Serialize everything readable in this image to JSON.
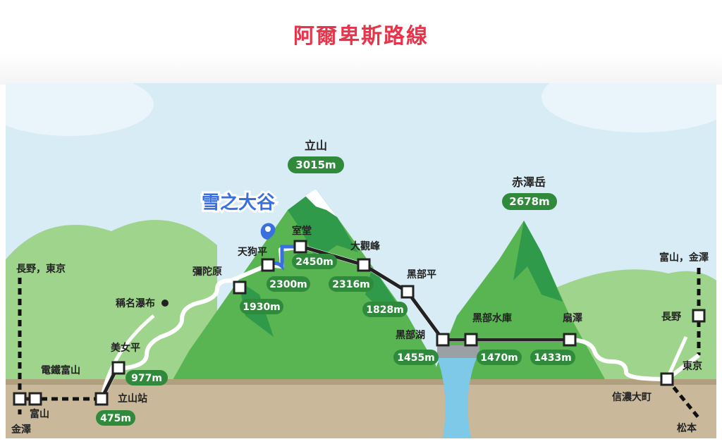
{
  "title": "阿爾卑斯路線",
  "colors": {
    "title": "#e8334a",
    "sky": "#d7ecf5",
    "mountain_dark": "#2f9a4a",
    "mountain_mid": "#58b552",
    "mountain_light": "#9fd48d",
    "ground": "#c9b99a",
    "elev_badge": "#2f8a3c",
    "highlight": "#3a6fe0",
    "water": "#7ec8e8"
  },
  "highlight": {
    "label": "雪之大谷",
    "icon": "map-pin-icon"
  },
  "peaks": {
    "tateyama": {
      "name": "立山",
      "elev": "3015m"
    },
    "akazawadake": {
      "name": "赤澤岳",
      "elev": "2678m"
    }
  },
  "stations": {
    "toyama": "富山",
    "dentetsu_toyama": "電鐵富山",
    "tateyama_station": "立山站",
    "bijodaira": "美女平",
    "tengudaira": "天狗平",
    "midagahara": "彌陀原",
    "murodo": "室堂",
    "daikanbo": "大觀峰",
    "kurobedaira": "黑部平",
    "kurobeko": "黑部湖",
    "kurobe_dam": "黑部水庫",
    "ogisawa": "扇澤",
    "shinano_omachi": "信濃大町",
    "nagano": "長野",
    "tokyo": "東京",
    "matsumoto": "松本",
    "kanazawa": "金澤"
  },
  "waterfall": "稱名瀑布",
  "directions": {
    "left_top": "長野，東京",
    "right_top": "富山，金澤"
  },
  "elevations": {
    "tateyama_station": "475m",
    "bijodaira": "977m",
    "midagahara": "1930m",
    "tengudaira": "2300m",
    "murodo": "2450m",
    "daikanbo": "2316m",
    "kurobedaira": "1828m",
    "kurobeko": "1455m",
    "kurobe_dam": "1470m",
    "ogisawa": "1433m"
  }
}
